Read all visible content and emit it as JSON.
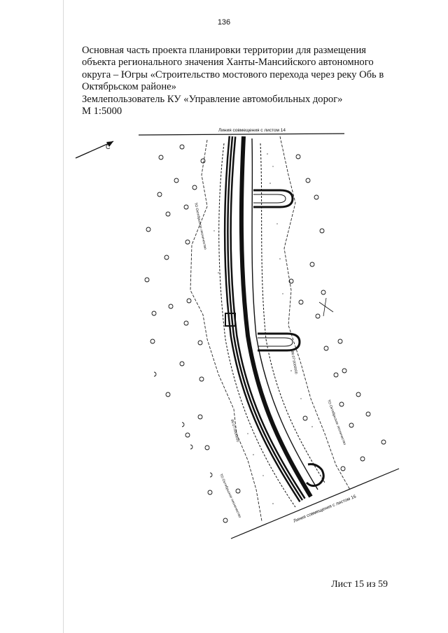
{
  "page_number": "136",
  "header": {
    "lines": [
      "Основная часть проекта планировки территории для размещения",
      "объекта регионального значения  Ханты-Мансийского автономного",
      "округа – Югры «Строительство мостового перехода через реку Обь в",
      "Октябрьском районе»",
      "Землепользователь КУ «Управление автомобильных дорог»",
      "М 1:5000"
    ]
  },
  "map_labels": {
    "match_line_top": "Линия совмещения с листом 14",
    "match_line_bottom": "Линия совмещения с листом 16",
    "forestry_left_upper": "ТО Октябрьское лесничество",
    "forestry_right": "ТО Октябрьское лесничество",
    "forestry_left_lower": "ТО Октябрьское лесничество",
    "cadastral_right": "86:07:0000000",
    "cadastral_left": "86:07:0000000",
    "north_label": "С"
  },
  "footer": {
    "sheet": "Лист 15 из 59"
  }
}
